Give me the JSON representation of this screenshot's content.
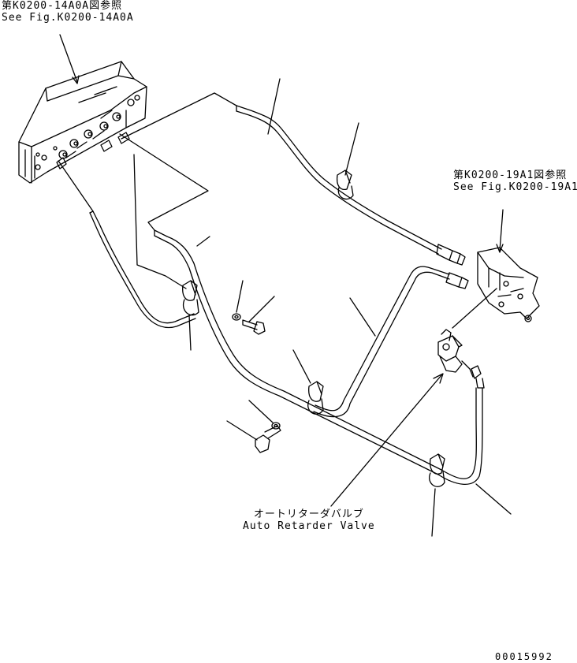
{
  "references": {
    "ref_upper_left": {
      "jp": "第K0200-14A0A図参照",
      "en": "See Fig.K0200-14A0A"
    },
    "ref_right": {
      "jp": "第K0200-19A1図参照",
      "en": "See Fig.K0200-19A1"
    }
  },
  "callouts": {
    "auto_retarder_valve": {
      "jp": "オートリターダバルブ",
      "en": "Auto Retarder Valve"
    }
  },
  "figure_number": "00015992",
  "colors": {
    "line": "#000000",
    "background": "#ffffff"
  }
}
